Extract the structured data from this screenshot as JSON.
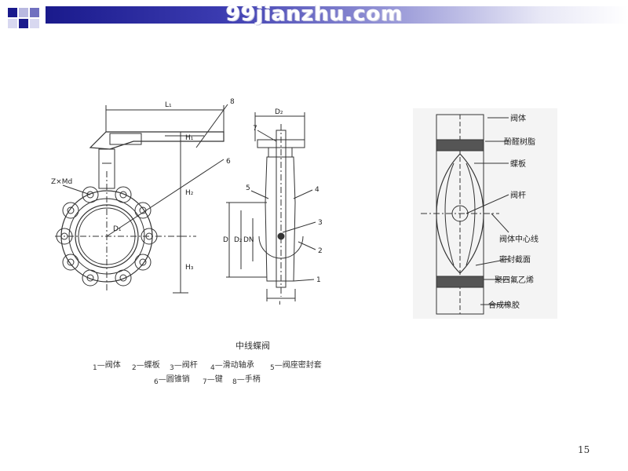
{
  "header": {
    "watermark": "99jianzhu.com"
  },
  "figure_left": {
    "dimension_labels": {
      "L1": "L₁",
      "H1": "H₁",
      "H2": "H₂",
      "H3": "H₃",
      "D1": "D₁",
      "D2": "D₂",
      "D": "D",
      "DN": "DN",
      "L": "L",
      "bolt": "Z×Md"
    },
    "callouts": [
      "1",
      "2",
      "3",
      "4",
      "5",
      "6",
      "7",
      "8"
    ]
  },
  "caption": {
    "title": "中线蝶阀",
    "legend_row1": [
      {
        "num": "1",
        "text": "—阀体"
      },
      {
        "num": "2",
        "text": "—蝶板"
      },
      {
        "num": "3",
        "text": "—阀杆"
      },
      {
        "num": "4",
        "text": "—滑动轴承"
      },
      {
        "num": "5",
        "text": "—阀座密封套"
      }
    ],
    "legend_row2": [
      {
        "num": "6",
        "text": "—圆锥销"
      },
      {
        "num": "7",
        "text": "—键"
      },
      {
        "num": "8",
        "text": "—手柄"
      }
    ]
  },
  "figure_right": {
    "labels": [
      "阀体",
      "酚醛树脂",
      "蝶板",
      "阀杆",
      "阀体中心线",
      "密封截面",
      "聚四氟乙烯",
      "合成橡胶"
    ]
  },
  "footer": {
    "page_number": "15"
  }
}
